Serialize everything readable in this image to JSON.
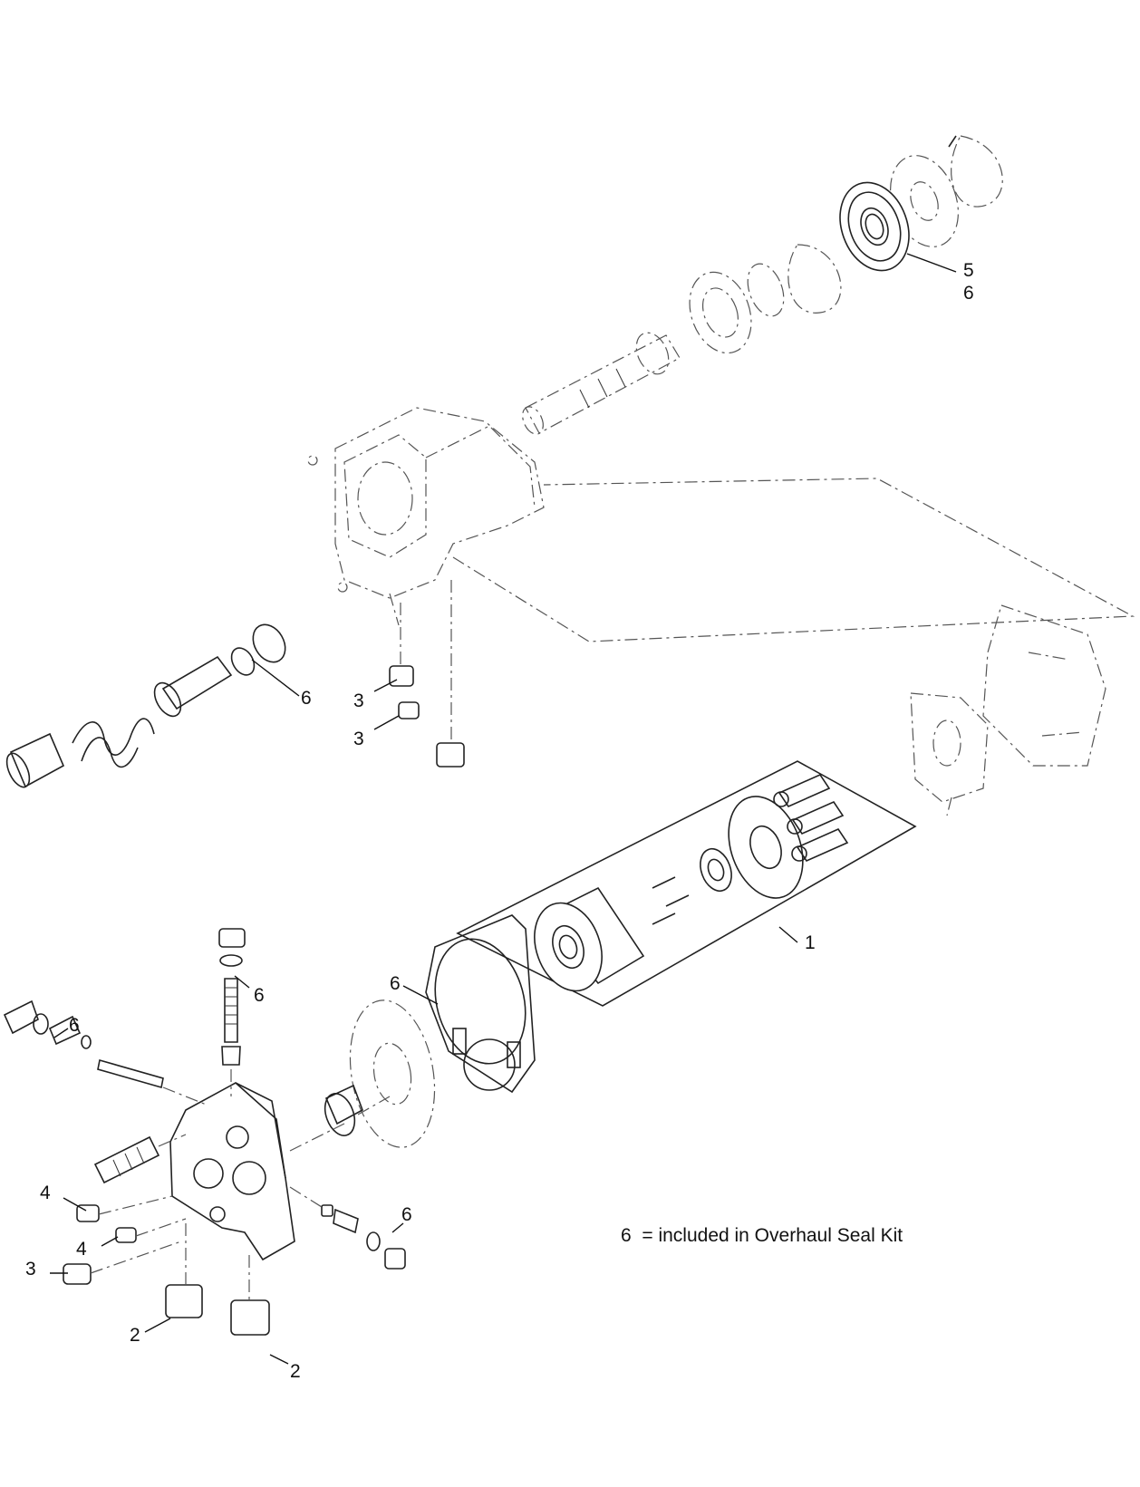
{
  "note": {
    "text": "6  = included in Overhaul Seal Kit"
  },
  "callouts": [
    {
      "id": "c-5",
      "text": "5"
    },
    {
      "id": "c-6a",
      "text": "6"
    },
    {
      "id": "c-6b",
      "text": "6"
    },
    {
      "id": "c-3a",
      "text": "3"
    },
    {
      "id": "c-3b",
      "text": "3"
    },
    {
      "id": "c-1",
      "text": "1"
    },
    {
      "id": "c-6c",
      "text": "6"
    },
    {
      "id": "c-6d",
      "text": "6"
    },
    {
      "id": "c-6e",
      "text": "6"
    },
    {
      "id": "c-6f",
      "text": "6"
    },
    {
      "id": "c-4a",
      "text": "4"
    },
    {
      "id": "c-4b",
      "text": "4"
    },
    {
      "id": "c-3c",
      "text": "3"
    },
    {
      "id": "c-2a",
      "text": "2"
    },
    {
      "id": "c-2b",
      "text": "2"
    }
  ]
}
